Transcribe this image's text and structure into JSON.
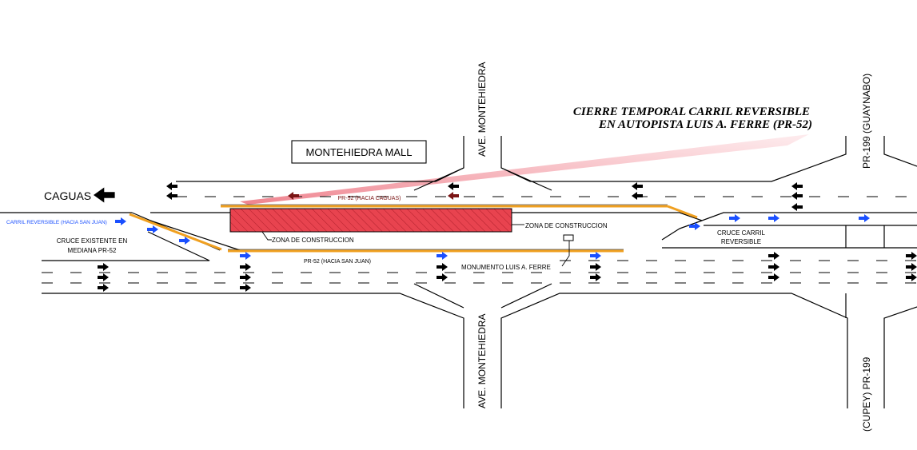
{
  "title": {
    "line1": "CIERRE TEMPORAL CARRIL REVERSIBLE",
    "line2": "EN AUTOPISTA LUIS A. FERRE (PR-52)"
  },
  "labels": {
    "montehiedra_mall": "MONTEHIEDRA MALL",
    "caguas": "CAGUAS",
    "carril_reversible": "CARRIL REVERSIBLE (HACIA SAN JUAN)",
    "cruce_existente_1": "CRUCE EXISTENTE EN",
    "cruce_existente_2": "MEDIANA PR-52",
    "pr52_caguas": "PR-52 (HACIA CAGUAS)",
    "pr52_san_juan": "PR-52 (HACIA SAN JUAN)",
    "zona_construccion_left": "ZONA DE CONSTRUCCION",
    "zona_construccion_right": "ZONA DE CONSTRUCCION",
    "monumento": "MONUMENTO LUIS A. FERRE",
    "cruce_carril_1": "CRUCE CARRIL",
    "cruce_carril_2": "REVERSIBLE",
    "ave_montehiedra_top": "AVE. MONTEHIEDRA",
    "ave_montehiedra_bottom": "AVE. MONTEHIEDRA",
    "pr199_top": "PR-199 (GUAYNABO)",
    "pr199_bottom": "(CUPEY) PR-199"
  },
  "colors": {
    "road_line": "#000000",
    "reversible_arrow": "#1a4fff",
    "traffic_arrow": "#000000",
    "closure_arrow": "#7a1414",
    "construction_fill": "#e8434f",
    "barrier": "#f0a020",
    "callout": "#f4a6ae"
  }
}
